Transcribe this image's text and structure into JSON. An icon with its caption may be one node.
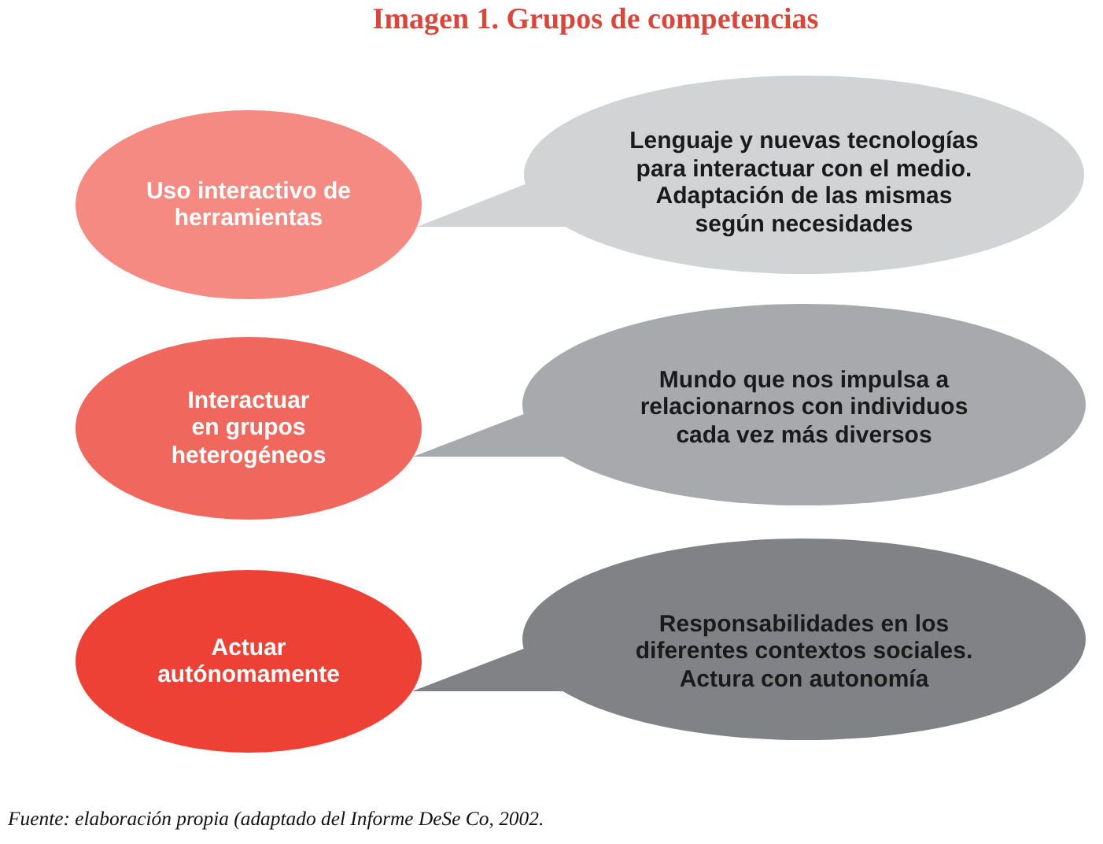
{
  "diagram": {
    "title": "Imagen 1. Grupos de competencias",
    "caption": "Fuente: elaboración propia (adaptado del Informe DeSe Co, 2002.",
    "nodes": [
      {
        "text": [
          "Uso interactivo de herramientas"
        ]
      },
      {
        "text": [
          "Lenguaje y nuevas tecnologías para interactuar con el medio. Adaptación de las mismas según necesidades"
        ]
      },
      {
        "text": [
          "Interactuar en grupos heterogéneos"
        ]
      },
      {
        "text": [
          "Mundo que nos impulsa a relacionarnos con individuos cada vez más diversos"
        ]
      },
      {
        "text": [
          "Actuar autónomamente"
        ]
      },
      {
        "text": [
          "Responsabilidades en los diferentes contextos sociales. Actura con autonomía"
        ]
      }
    ],
    "edges": [
      {
        "from": 1,
        "to": 0,
        "arrow": "none"
      },
      {
        "from": 3,
        "to": 2,
        "arrow": "none"
      },
      {
        "from": 5,
        "to": 4,
        "arrow": "none"
      }
    ]
  }
}
